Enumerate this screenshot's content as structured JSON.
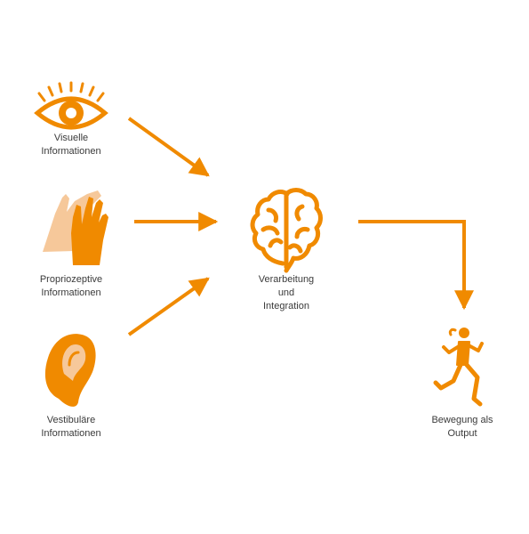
{
  "diagram": {
    "accent_color": "#f08a00",
    "light_color": "#f6c89a",
    "inputs": [
      {
        "icon": "eye-icon",
        "line1": "Visuelle",
        "line2": "Informationen"
      },
      {
        "icon": "hands-icon",
        "line1": "Propriozeptive",
        "line2": "Informationen"
      },
      {
        "icon": "ear-icon",
        "line1": "Vestibuläre",
        "line2": "Informationen"
      }
    ],
    "center": {
      "icon": "brain-icon",
      "line1": "Verarbeitung",
      "line2": "und",
      "line3": "Integration"
    },
    "output": {
      "icon": "runner-icon",
      "line1": "Bewegung als",
      "line2": "Output"
    }
  }
}
